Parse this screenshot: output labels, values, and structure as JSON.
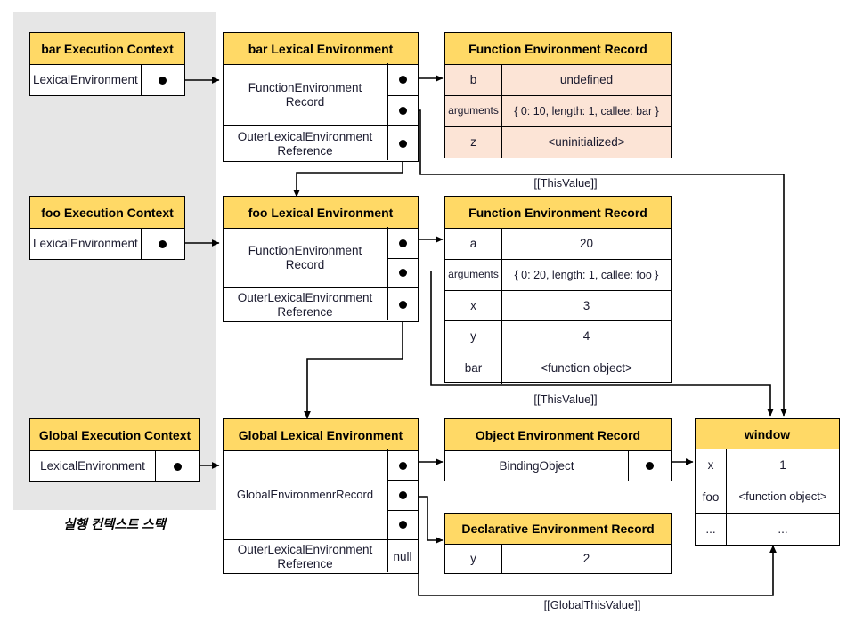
{
  "diagram": {
    "title": "Execution Context / Lexical Environment diagram",
    "stack_caption": "실행 컨텍스트 스택",
    "colors": {
      "header_yellow": "#ffd966",
      "row_pink": "#fce4d6",
      "stack_gray": "#e6e6e6",
      "border_black": "#000000",
      "text_navy": "#1a1a2e"
    }
  },
  "execution_contexts": [
    {
      "title": "bar Execution Context",
      "field": "LexicalEnvironment"
    },
    {
      "title": "foo Execution Context",
      "field": "LexicalEnvironment"
    },
    {
      "title": "Global Execution Context",
      "field": "LexicalEnvironment"
    }
  ],
  "lexical_environments": [
    {
      "title": "bar Lexical Environment",
      "record_label": "FunctionEnvironment Record",
      "record_label_line1": "FunctionEnvironment",
      "record_label_line2": "Record",
      "outer_label_line1": "OuterLexicalEnvironment",
      "outer_label_line2": "Reference",
      "outer_value": ""
    },
    {
      "title": "foo Lexical Environment",
      "record_label": "FunctionEnvironment Record",
      "record_label_line1": "FunctionEnvironment",
      "record_label_line2": "Record",
      "outer_label_line1": "OuterLexicalEnvironment",
      "outer_label_line2": "Reference",
      "outer_value": ""
    },
    {
      "title": "Global Lexical Environment",
      "record_label": "GlobalEnvironmenrRecord",
      "record_label_line1": "GlobalEnvironmenrRecord",
      "record_label_line2": "",
      "outer_label_line1": "OuterLexicalEnvironment",
      "outer_label_line2": "Reference",
      "outer_value": "null"
    }
  ],
  "records": {
    "bar_function_env": {
      "title": "Function Environment Record",
      "rows": [
        {
          "key": "b",
          "value": "undefined"
        },
        {
          "key": "arguments",
          "value": "{ 0: 10, length: 1, callee: bar }"
        },
        {
          "key": "z",
          "value": "<uninitialized>"
        }
      ]
    },
    "foo_function_env": {
      "title": "Function Environment Record",
      "rows": [
        {
          "key": "a",
          "value": "20"
        },
        {
          "key": "arguments",
          "value": "{ 0: 20, length: 1, callee: foo }"
        },
        {
          "key": "x",
          "value": "3"
        },
        {
          "key": "y",
          "value": "4"
        },
        {
          "key": "bar",
          "value": "<function object>"
        }
      ]
    },
    "object_env": {
      "title": "Object Environment Record",
      "rows": [
        {
          "key": "BindingObject",
          "value": ""
        }
      ]
    },
    "declarative_env": {
      "title": "Declarative Environment Record",
      "rows": [
        {
          "key": "y",
          "value": "2"
        }
      ]
    },
    "window": {
      "title": "window",
      "rows": [
        {
          "key": "x",
          "value": "1"
        },
        {
          "key": "foo",
          "value": "<function object>"
        },
        {
          "key": "...",
          "value": "..."
        }
      ]
    }
  },
  "edge_labels": {
    "this_value_bar": "[[ThisValue]]",
    "this_value_foo": "[[ThisValue]]",
    "global_this_value": "[[GlobalThisValue]]"
  }
}
